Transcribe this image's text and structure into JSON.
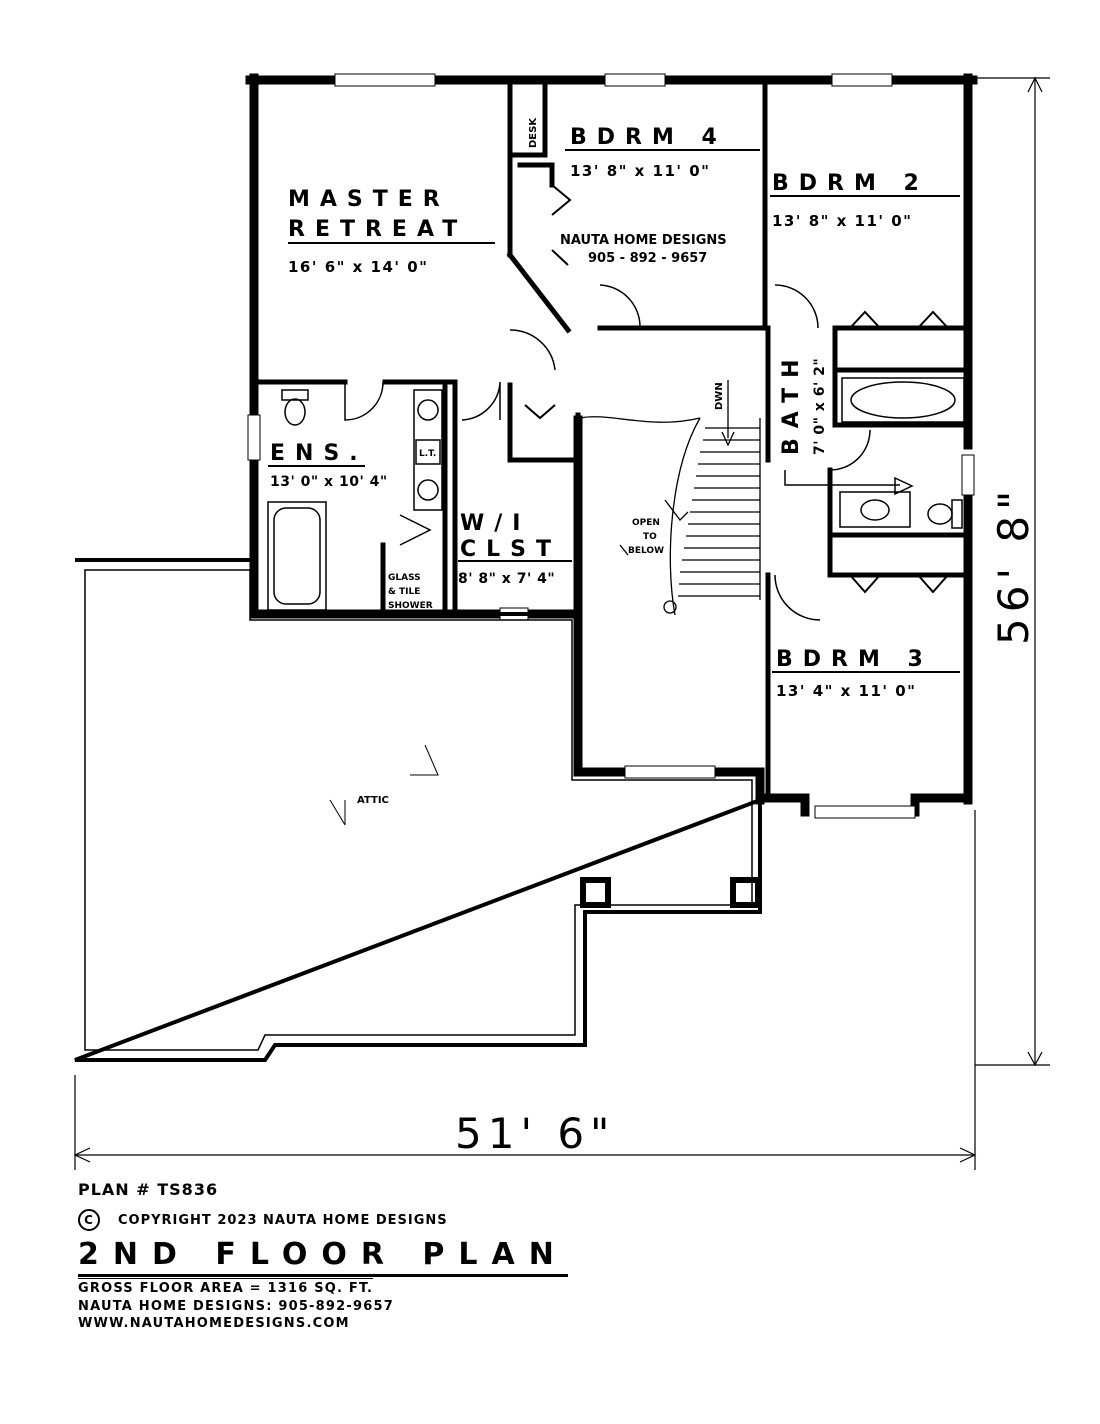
{
  "rooms": {
    "master_title_1": "MASTER",
    "master_title_2": "RETREAT",
    "master_dim": "16' 6\" x 14' 0\"",
    "bdrm4_title": "BDRM 4",
    "bdrm4_dim": "13' 8\" x 11' 0\"",
    "bdrm2_title": "BDRM 2",
    "bdrm2_dim": "13' 8\" x 11' 0\"",
    "bdrm3_title": "BDRM 3",
    "bdrm3_dim": "13' 4\" x 11' 0\"",
    "bath_title": "BATH",
    "bath_dim": "7' 0\" x 6' 2\"",
    "ens_title": "ENS.",
    "ens_dim": "13' 0\" x 10' 4\"",
    "wi_title_1": "W/I",
    "wi_title_2": "CLST",
    "wi_dim": "8' 8\" x 7' 4\""
  },
  "labels": {
    "desk": "DESK",
    "lt": "L.T.",
    "glass_1": "GLASS",
    "glass_2": "& TILE",
    "glass_3": "SHOWER",
    "dwn": "DWN",
    "open_1": "OPEN",
    "open_2": "TO",
    "open_3": "BELOW",
    "attic": "ATTIC",
    "watermark_1": "NAUTA HOME DESIGNS",
    "watermark_2": "905 - 892 - 9657"
  },
  "dimensions": {
    "width": "51' 6\"",
    "depth": "56' 8\""
  },
  "footer": {
    "plan_number": "PLAN # TS836",
    "copyright_symbol": "C",
    "copyright": "COPYRIGHT 2023 NAUTA HOME DESIGNS",
    "title": "2ND FLOOR PLAN",
    "gross_area": "GROSS  FLOOR AREA  =  1316  SQ. FT.",
    "phone": "NAUTA HOME DESIGNS:  905-892-9657",
    "website": "WWW.NAUTAHOMEDESIGNS.COM"
  }
}
